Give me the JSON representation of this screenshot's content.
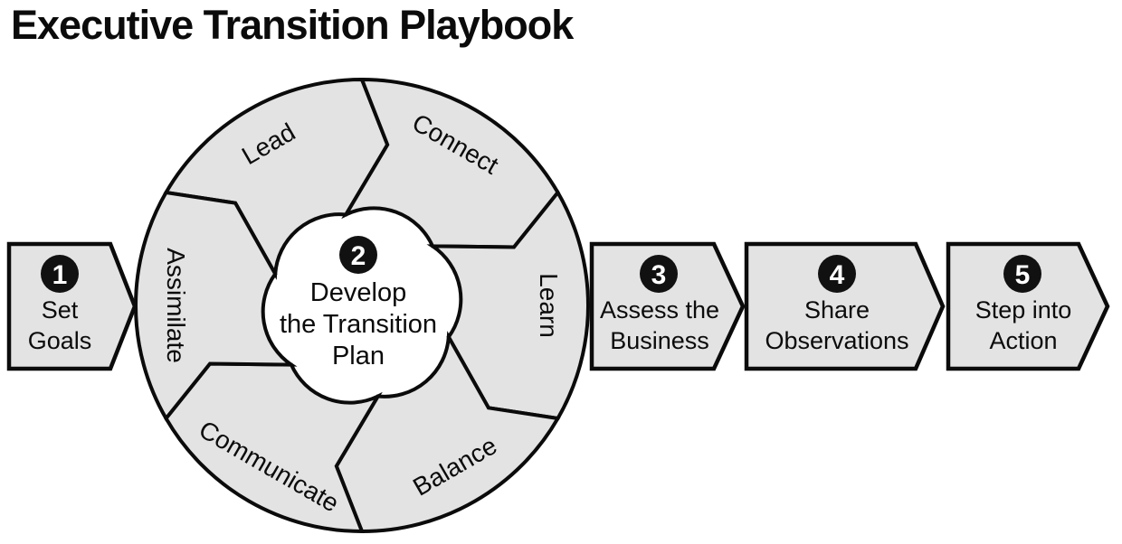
{
  "title": "Executive Transition Playbook",
  "colors": {
    "ink": "#0b0b0b",
    "shape_fill": "#e3e3e3",
    "badge_fill": "#111111",
    "badge_text": "#ffffff"
  },
  "steps": [
    {
      "number": "1",
      "label_lines": [
        "Set",
        "Goals"
      ]
    },
    {
      "number": "2",
      "label_lines": [
        "Develop",
        "the Transition",
        "Plan"
      ]
    },
    {
      "number": "3",
      "label_lines": [
        "Assess the",
        "Business"
      ]
    },
    {
      "number": "4",
      "label_lines": [
        "Share",
        "Observations"
      ]
    },
    {
      "number": "5",
      "label_lines": [
        "Step into",
        "Action"
      ]
    }
  ],
  "cycle_segments": [
    "Lead",
    "Connect",
    "Learn",
    "Balance",
    "Communicate",
    "Assimilate"
  ]
}
